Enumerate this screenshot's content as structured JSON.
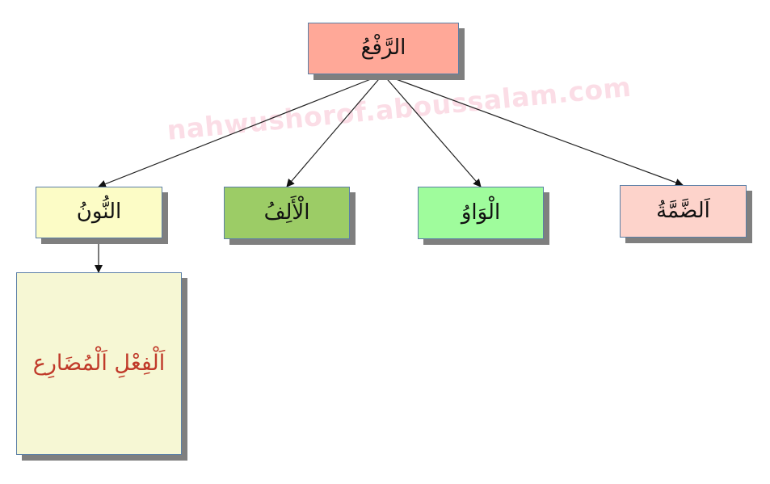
{
  "watermark": "nahwushorof.aboussalam.com",
  "diagram": {
    "root": {
      "label": "الرَّفْعُ",
      "color": "#ffa898"
    },
    "children": [
      {
        "id": "noon",
        "label": "النُّونُ",
        "color": "#fcfcc6"
      },
      {
        "id": "alif",
        "label": "الْأَلِفُ",
        "color": "#9ccc66"
      },
      {
        "id": "waw",
        "label": "الْوَاوُ",
        "color": "#9ffc9c"
      },
      {
        "id": "damma",
        "label": "اَلضَّمَّةُ",
        "color": "#fdd3cb"
      }
    ],
    "sub": {
      "parent": "noon",
      "label": "اَلْفِعْلِ اَلْمُضَارِع",
      "color": "#f6f7d4",
      "text_color": "#c03a2a"
    }
  },
  "colors": {
    "border": "#5b7fa6",
    "shadow": "#7f7f7f",
    "connector": "#222222",
    "watermark": "#fbdde6"
  }
}
